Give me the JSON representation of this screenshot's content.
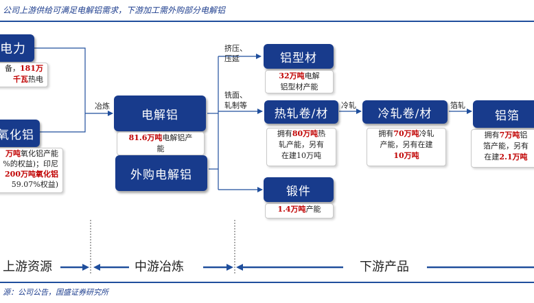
{
  "title": "公司上游供给可满足电解铝需求，下游加工需外购部分电解铝",
  "source": "源：公司公告，国盛证券研究所",
  "nodes": {
    "power": "电力",
    "alumina": "氧化铝",
    "electrolytic": "电解铝",
    "purchased": "外购电解铝",
    "profile": "铝型材",
    "hot_roll": "热轧卷/材",
    "cold_roll": "冷轧卷/材",
    "foil": "铝箔",
    "forging": "锻件"
  },
  "notes": {
    "power": {
      "a": "备，",
      "b": "181万",
      "c": "千瓦",
      "d": "热电"
    },
    "alumina": {
      "a": "万吨",
      "b": "氧化铝产能",
      "c": "%的权益)；印尼",
      "d": "200万吨氧化铝",
      "e": "59.07%权益)"
    },
    "electrolytic": {
      "a": "81.6万吨",
      "b": "电解铝产",
      "c": "能"
    },
    "profile": {
      "a": "32万吨",
      "b": "电解",
      "c": "铝型材产能"
    },
    "hot_roll": {
      "a": "拥有",
      "b": "80万吨",
      "c": "热",
      "d": "轧产能，另有",
      "e": "在建10万吨"
    },
    "cold_roll": {
      "a": "拥有",
      "b": "70万吨",
      "c": "冷轧",
      "d": "产能，另有在建",
      "e": "10万吨"
    },
    "foil": {
      "a": "拥有",
      "b": "7万吨",
      "c": "铝",
      "d": "箔产能，另有",
      "e": "在建",
      "f": "2.1万吨"
    },
    "forging": {
      "a": "1.4万吨",
      "b": "产能"
    }
  },
  "edge_labels": {
    "smelt": "冶炼",
    "extrude_1": "挤压、",
    "extrude_2": "压延",
    "mill_1": "铣面、",
    "mill_2": "轧制等",
    "cold": "冷轧",
    "foil": "箔轧"
  },
  "stages": {
    "upstream": "上游资源",
    "midstream": "中游冶炼",
    "downstream": "下游产品"
  },
  "colors": {
    "node": "#183b8c",
    "accent": "#c00000",
    "line": "#1f4e9c"
  }
}
